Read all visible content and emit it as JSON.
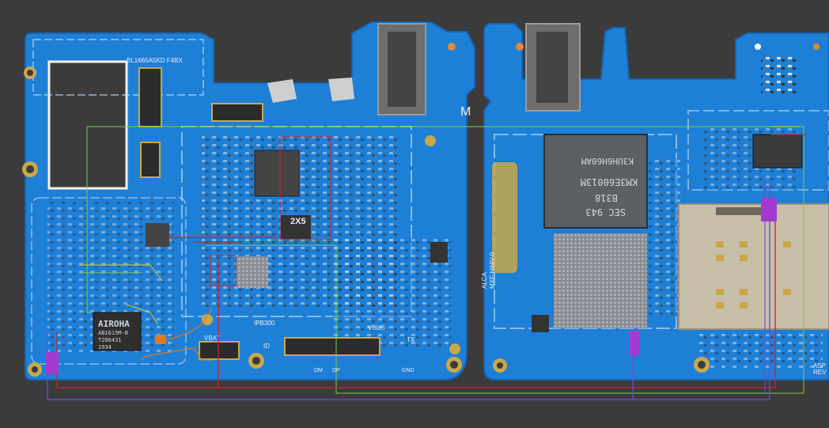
{
  "board_left": {
    "top_label": "BL1665A5KD F4BX",
    "letter_m": "M",
    "chip_airoha_name": "AIROHA",
    "chip_airoha_line1": "AB1615M-B",
    "chip_airoha_line2": "T286431",
    "chip_airoha_line3": "1934",
    "vbat_label": "VBAT",
    "id_label": "ID",
    "ipb_label": "IPB300",
    "vbus_label": "VBUS",
    "tx_label": "TX",
    "dm_label": "DM",
    "dp_label": "DP",
    "gnd_label": "GND",
    "chip_small_label": "2X5"
  },
  "board_right": {
    "chip_mem_line1": "K3UH6H60AM",
    "chip_mem_line2": "KM3E60013M",
    "chip_mem_line3": "B318",
    "chip_mem_line4": "SEC 943",
    "pcb_label_1": "ALCA",
    "pcb_label_2": "MXF-N94V-0",
    "edge_label_1": "ASP",
    "edge_label_2": "REV"
  },
  "colors": {
    "background": "#3b3b3b",
    "pcb_blue": "#1e7fd6",
    "pcb_blue_dark": "#1565b5",
    "gold": "#c9a84a",
    "trace_green": "#7ec850",
    "trace_red": "#d0202a",
    "trace_purple": "#6a4bd8",
    "trace_orange": "#e07a20"
  }
}
